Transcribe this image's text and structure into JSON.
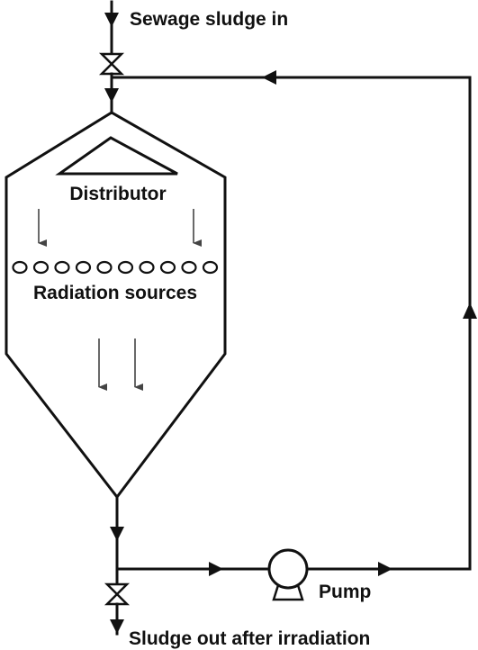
{
  "labels": {
    "inlet": "Sewage sludge in",
    "distributor": "Distributor",
    "radiation_sources": "Radiation sources",
    "pump": "Pump",
    "outlet": "Sludge out after irradiation"
  },
  "radiation_source_count": 10,
  "colors": {
    "line": "#111111",
    "flow_arrow": "#444444",
    "background": "#ffffff"
  }
}
